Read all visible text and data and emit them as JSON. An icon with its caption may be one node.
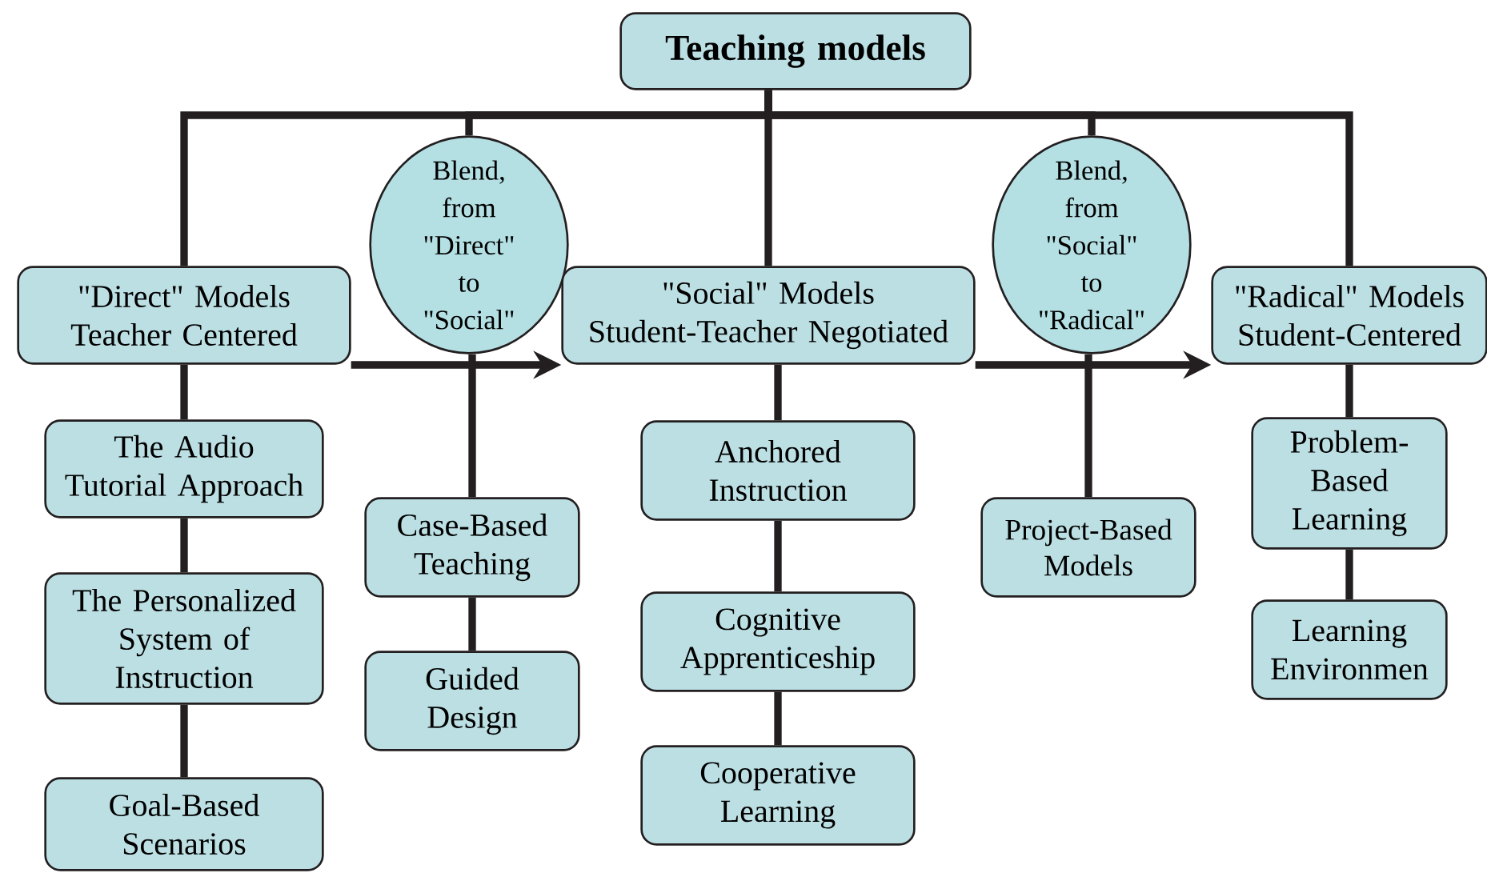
{
  "diagram": {
    "nodes": [
      {
        "text": [
          "Teaching models"
        ]
      },
      {
        "text": [
          "\"Direct\" Models Teacher Centered"
        ]
      },
      {
        "text": [
          "Blend, from \"Direct\" to \"Social\""
        ]
      },
      {
        "text": [
          "\"Social\" Models Student-Teacher Negotiated"
        ]
      },
      {
        "text": [
          "Blend, from \"Social\" to \"Radical\""
        ]
      },
      {
        "text": [
          "\"Radical\" Models Student-Centered"
        ]
      },
      {
        "text": [
          "The Audio Tutorial Approach"
        ]
      },
      {
        "text": [
          "The Personalized System of Instruction"
        ]
      },
      {
        "text": [
          "Goal-Based Scenarios"
        ]
      },
      {
        "text": [
          "Case-Based Teaching"
        ]
      },
      {
        "text": [
          "Guided Design"
        ]
      },
      {
        "text": [
          "Anchored Instruction"
        ]
      },
      {
        "text": [
          "Cognitive Apprenticeship"
        ]
      },
      {
        "text": [
          "Cooperative Learning"
        ]
      },
      {
        "text": [
          "Project-Based Models"
        ]
      },
      {
        "text": [
          "Problem-Based Learning"
        ]
      },
      {
        "text": [
          "Learning Environmen"
        ]
      }
    ],
    "edges": [
      {
        "from": 0,
        "to": 1,
        "arrow": "none"
      },
      {
        "from": 0,
        "to": 2,
        "arrow": "none"
      },
      {
        "from": 0,
        "to": 3,
        "arrow": "none"
      },
      {
        "from": 0,
        "to": 4,
        "arrow": "none"
      },
      {
        "from": 0,
        "to": 5,
        "arrow": "none"
      },
      {
        "from": 1,
        "to": 6,
        "arrow": "none"
      },
      {
        "from": 6,
        "to": 7,
        "arrow": "none"
      },
      {
        "from": 7,
        "to": 8,
        "arrow": "none"
      },
      {
        "from": 2,
        "to": 9,
        "arrow": "none"
      },
      {
        "from": 9,
        "to": 10,
        "arrow": "none"
      },
      {
        "from": 3,
        "to": 11,
        "arrow": "none"
      },
      {
        "from": 11,
        "to": 12,
        "arrow": "none"
      },
      {
        "from": 12,
        "to": 13,
        "arrow": "none"
      },
      {
        "from": 4,
        "to": 14,
        "arrow": "none"
      },
      {
        "from": 5,
        "to": 15,
        "arrow": "none"
      },
      {
        "from": 15,
        "to": 16,
        "arrow": "none"
      },
      {
        "from": 1,
        "to": 3,
        "arrow": "to"
      },
      {
        "from": 3,
        "to": 5,
        "arrow": "to"
      }
    ]
  }
}
